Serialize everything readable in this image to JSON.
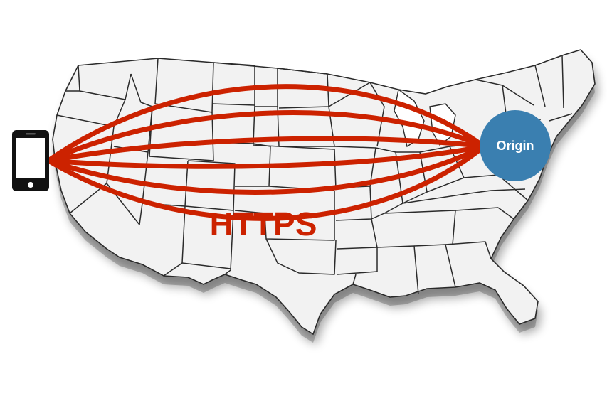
{
  "diagram": {
    "protocol_label": "HTTPS",
    "server_label": "Origin",
    "client_icon": "smartphone-icon",
    "map_icon": "us-map-icon",
    "connection_count": 6,
    "colors": {
      "connection": "#cc2200",
      "protocol_text": "#cc2200",
      "origin_fill": "#3a7fb0",
      "origin_text": "#ffffff",
      "map_fill": "#f2f2f2",
      "map_border": "#2b2b2b",
      "phone": "#111111"
    }
  }
}
